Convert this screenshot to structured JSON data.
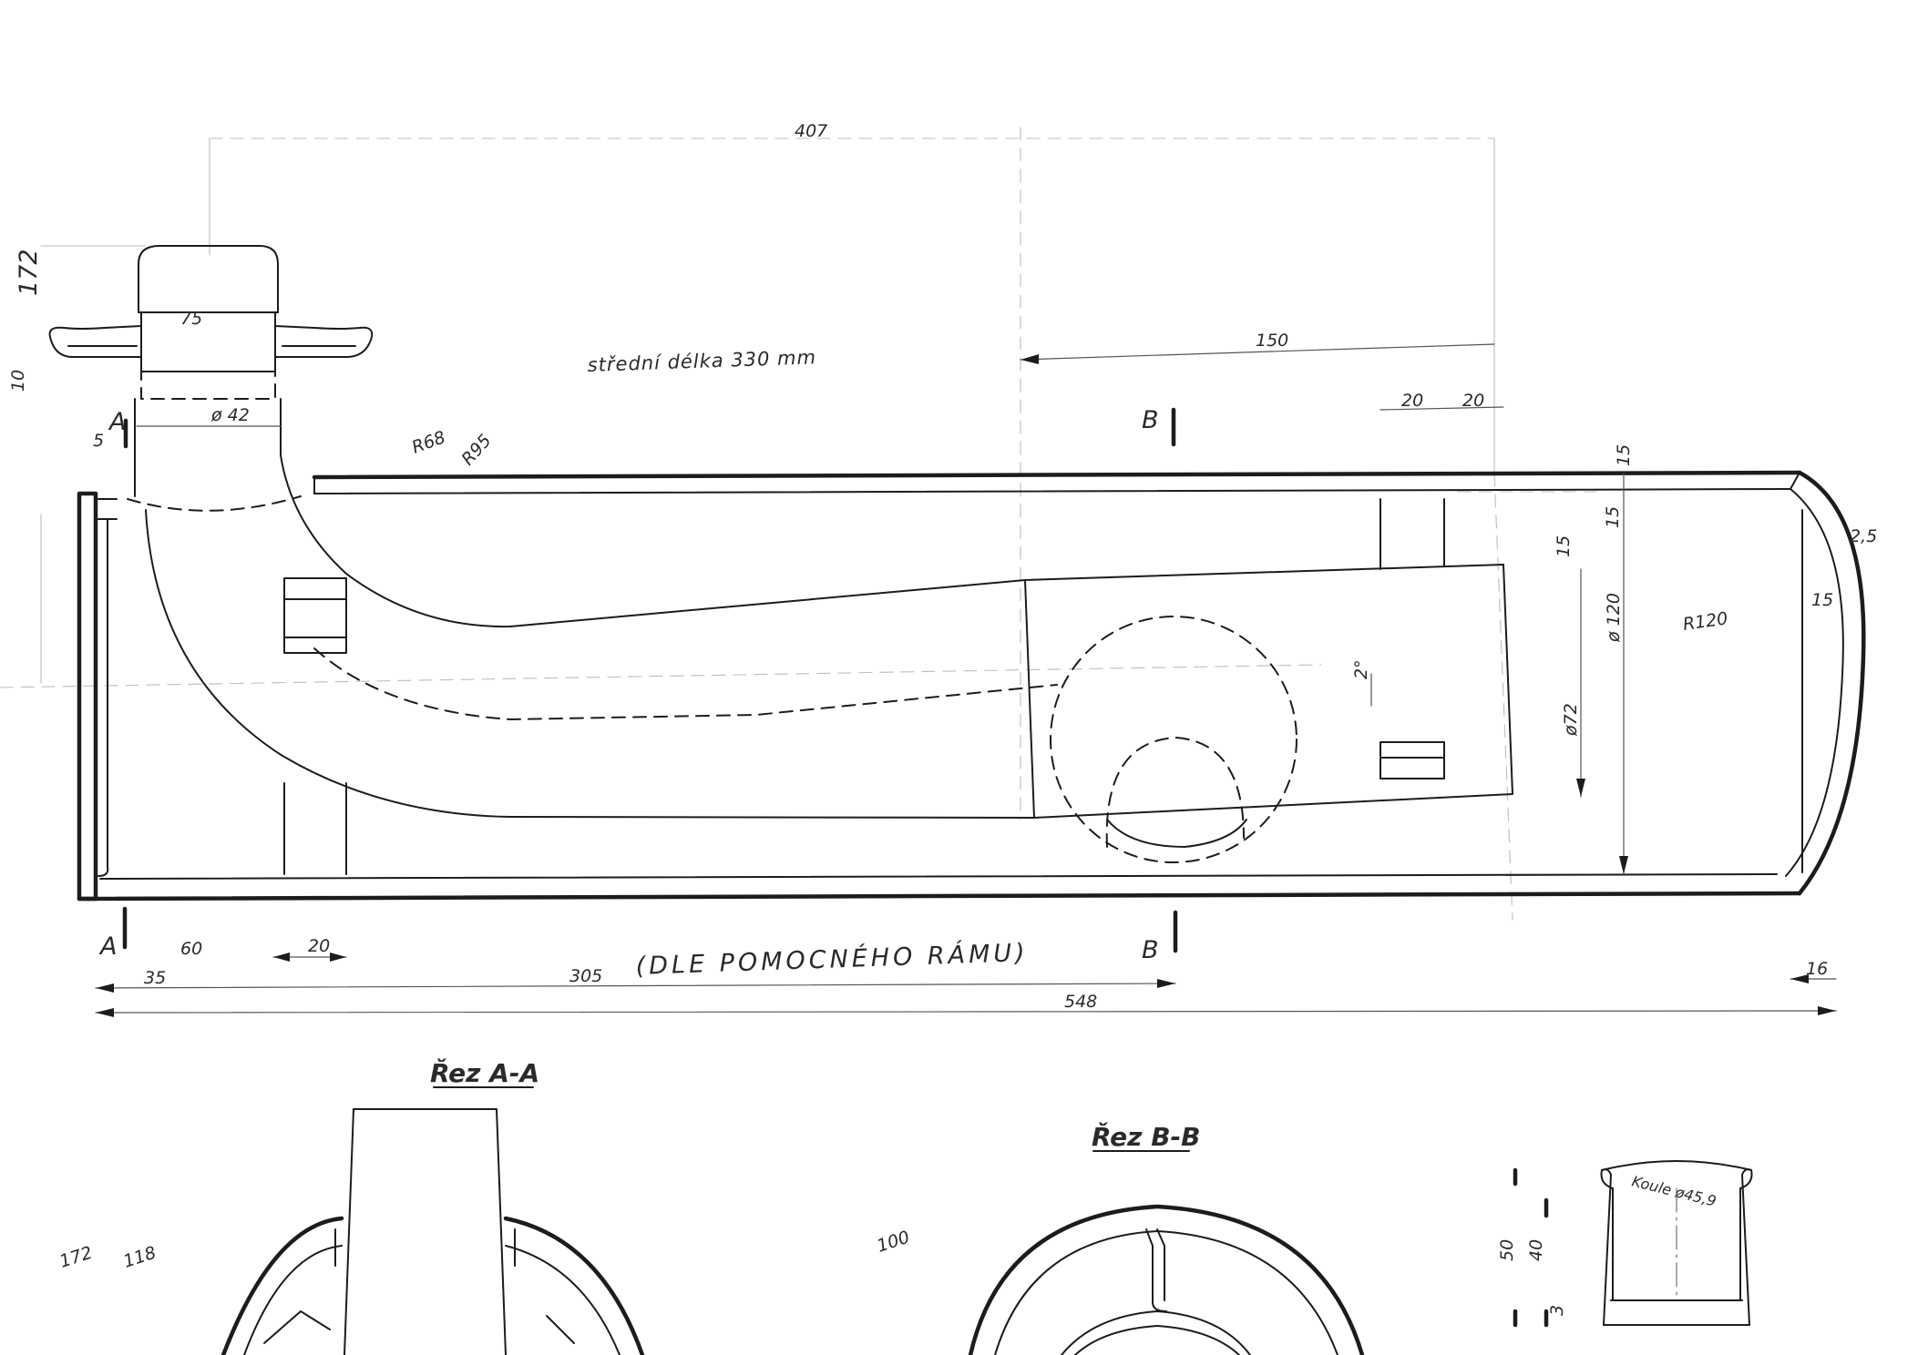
{
  "dimensions": {
    "overall_top": "407",
    "height_172": "172",
    "d75": "75",
    "d10": "10",
    "d5": "5",
    "dia42": "ø 42",
    "r68": "R68",
    "r95": "R95",
    "d150": "150",
    "d20a": "20",
    "d20b": "20",
    "d15a": "15",
    "d15b": "15",
    "d15c": "15",
    "d15d": "15",
    "d25": "2,5",
    "dia120": "ø 120",
    "r120": "R120",
    "angle2": "2°",
    "dia72": "ø72",
    "d60": "60",
    "d20c": "20",
    "d35": "35",
    "d305": "305",
    "d548": "548",
    "d16": "16",
    "d172b": "172",
    "d118": "118",
    "d100": "100",
    "d50": "50",
    "d40": "40",
    "d3": "3"
  },
  "notes": {
    "mean_length": "střední délka 330 mm",
    "frame_note": "(DLE POMOCNÉHO RÁMU)",
    "ball": "Koule ø45,9"
  },
  "section_marks": {
    "a_top": "A",
    "b_top": "B",
    "a_bottom": "A",
    "b_bottom": "B"
  },
  "section_titles": {
    "section_aa": "Řez A-A",
    "section_bb": "Řez B-B"
  }
}
